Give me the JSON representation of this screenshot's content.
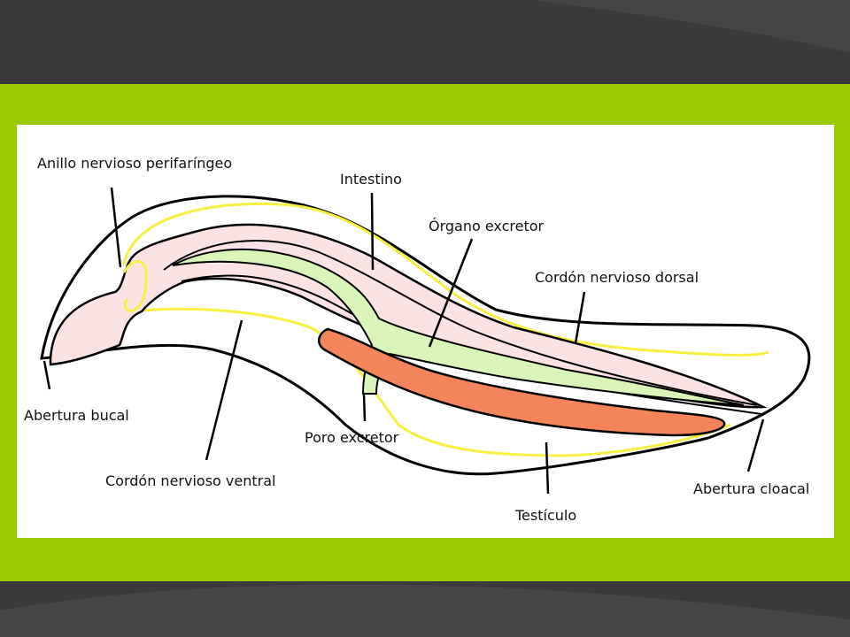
{
  "slide": {
    "background_color": "#3b3b3b",
    "band_color": "#99cc00",
    "panel_color": "#ffffff"
  },
  "diagram": {
    "colors": {
      "body_fill": "#ffffff",
      "intestine_fill": "#fbe3e3",
      "nerve_cord": "#f7f043",
      "excretory_organ": "#d9f5b8",
      "testis": "#f4845a",
      "outline": "#000000"
    },
    "labels": {
      "nerve_ring": "Anillo nervioso perifaríngeo",
      "intestine": "Intestino",
      "excretory_organ": "Órgano excretor",
      "dorsal_cord": "Cordón nervioso dorsal",
      "mouth": "Abertura bucal",
      "excretory_pore": "Poro excretor",
      "ventral_cord": "Cordón nervioso ventral",
      "cloaca": "Abertura cloacal",
      "testis": "Testículo"
    }
  }
}
